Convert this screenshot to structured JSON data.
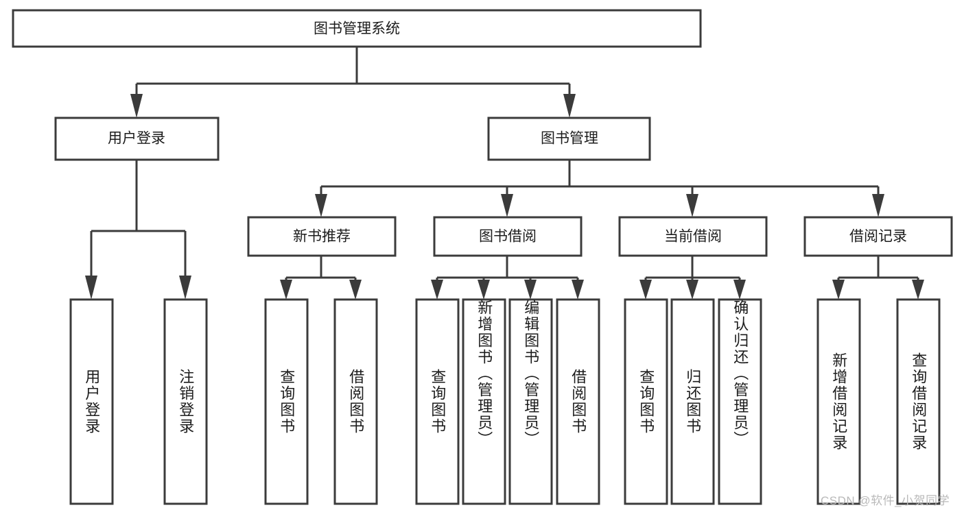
{
  "diagram": {
    "type": "tree",
    "title_node": "图书管理系统",
    "watermark": "CSDN @软件_小贺同学",
    "colors": {
      "box_stroke": "#3b3b3b",
      "box_fill": "#ffffff",
      "text": "#1c1c1c",
      "connector": "#3b3b3b",
      "watermark": "#b9b9b9",
      "background": "#ffffff"
    },
    "nodes": {
      "root": {
        "label": "图书管理系统"
      },
      "level2": [
        {
          "id": "user-login",
          "label": "用户登录"
        },
        {
          "id": "book-manage",
          "label": "图书管理"
        }
      ],
      "level3": [
        {
          "id": "new-book-rec",
          "label": "新书推荐"
        },
        {
          "id": "book-borrow",
          "label": "图书借阅"
        },
        {
          "id": "current-borrow",
          "label": "当前借阅"
        },
        {
          "id": "borrow-record",
          "label": "借阅记录"
        }
      ],
      "leaves": {
        "user-login": [
          {
            "id": "leaf-user-login",
            "label": "用户登录"
          },
          {
            "id": "leaf-user-logout",
            "label": "注销登录"
          }
        ],
        "new-book-rec": [
          {
            "id": "leaf-query-book-1",
            "label": "查询图书"
          },
          {
            "id": "leaf-borrow-book-1",
            "label": "借阅图书"
          }
        ],
        "book-borrow": [
          {
            "id": "leaf-query-book-2",
            "label": "查询图书"
          },
          {
            "id": "leaf-add-book",
            "label": "新增图书（管理员）"
          },
          {
            "id": "leaf-edit-book",
            "label": "编辑图书（管理员）"
          },
          {
            "id": "leaf-borrow-book-2",
            "label": "借阅图书"
          }
        ],
        "current-borrow": [
          {
            "id": "leaf-query-book-3",
            "label": "查询图书"
          },
          {
            "id": "leaf-return-book",
            "label": "归还图书"
          },
          {
            "id": "leaf-confirm-return",
            "label": "确认归还（管理员）"
          }
        ],
        "borrow-record": [
          {
            "id": "leaf-add-record",
            "label": "新增借阅记录"
          },
          {
            "id": "leaf-query-record",
            "label": "查询借阅记录"
          }
        ]
      }
    }
  }
}
